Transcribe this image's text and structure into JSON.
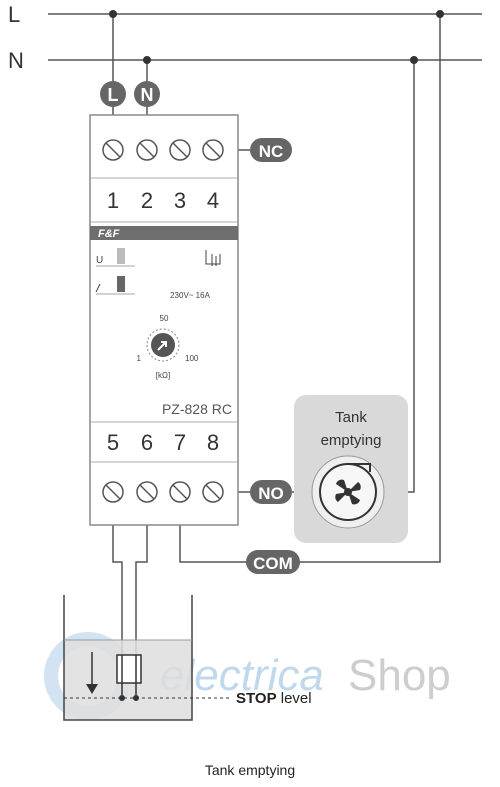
{
  "lines": {
    "l": "L",
    "n": "N"
  },
  "badges": {
    "l": "L",
    "n": "N",
    "nc": "NC",
    "no": "NO",
    "com": "COM"
  },
  "terminals": {
    "top": [
      "1",
      "2",
      "3",
      "4"
    ],
    "bottom": [
      "5",
      "6",
      "7",
      "8"
    ]
  },
  "relay": {
    "brand": "F&F",
    "u_label": "U",
    "voltage": "230V~  16A",
    "model": "PZ-828 RC",
    "dial": {
      "mid": "50",
      "min": "1",
      "max": "100",
      "unit": "[kΩ]"
    }
  },
  "pump_box": {
    "line1": "Tank",
    "line2": "emptying"
  },
  "tank": {
    "stop_bold": "STOP",
    "stop_rest": " level"
  },
  "watermark": {
    "part1": "electrica",
    "part2": "Shop"
  },
  "caption": "Tank emptying",
  "colors": {
    "wire": "#555555",
    "badge": "#666666",
    "module_border": "#888888",
    "brand_bar": "#6e6e6e",
    "pump_box_bg": "#d9d9d9",
    "water": "#dedede",
    "watermark_blue": "#b9d4ea",
    "watermark_grey": "#c8c8c8"
  }
}
